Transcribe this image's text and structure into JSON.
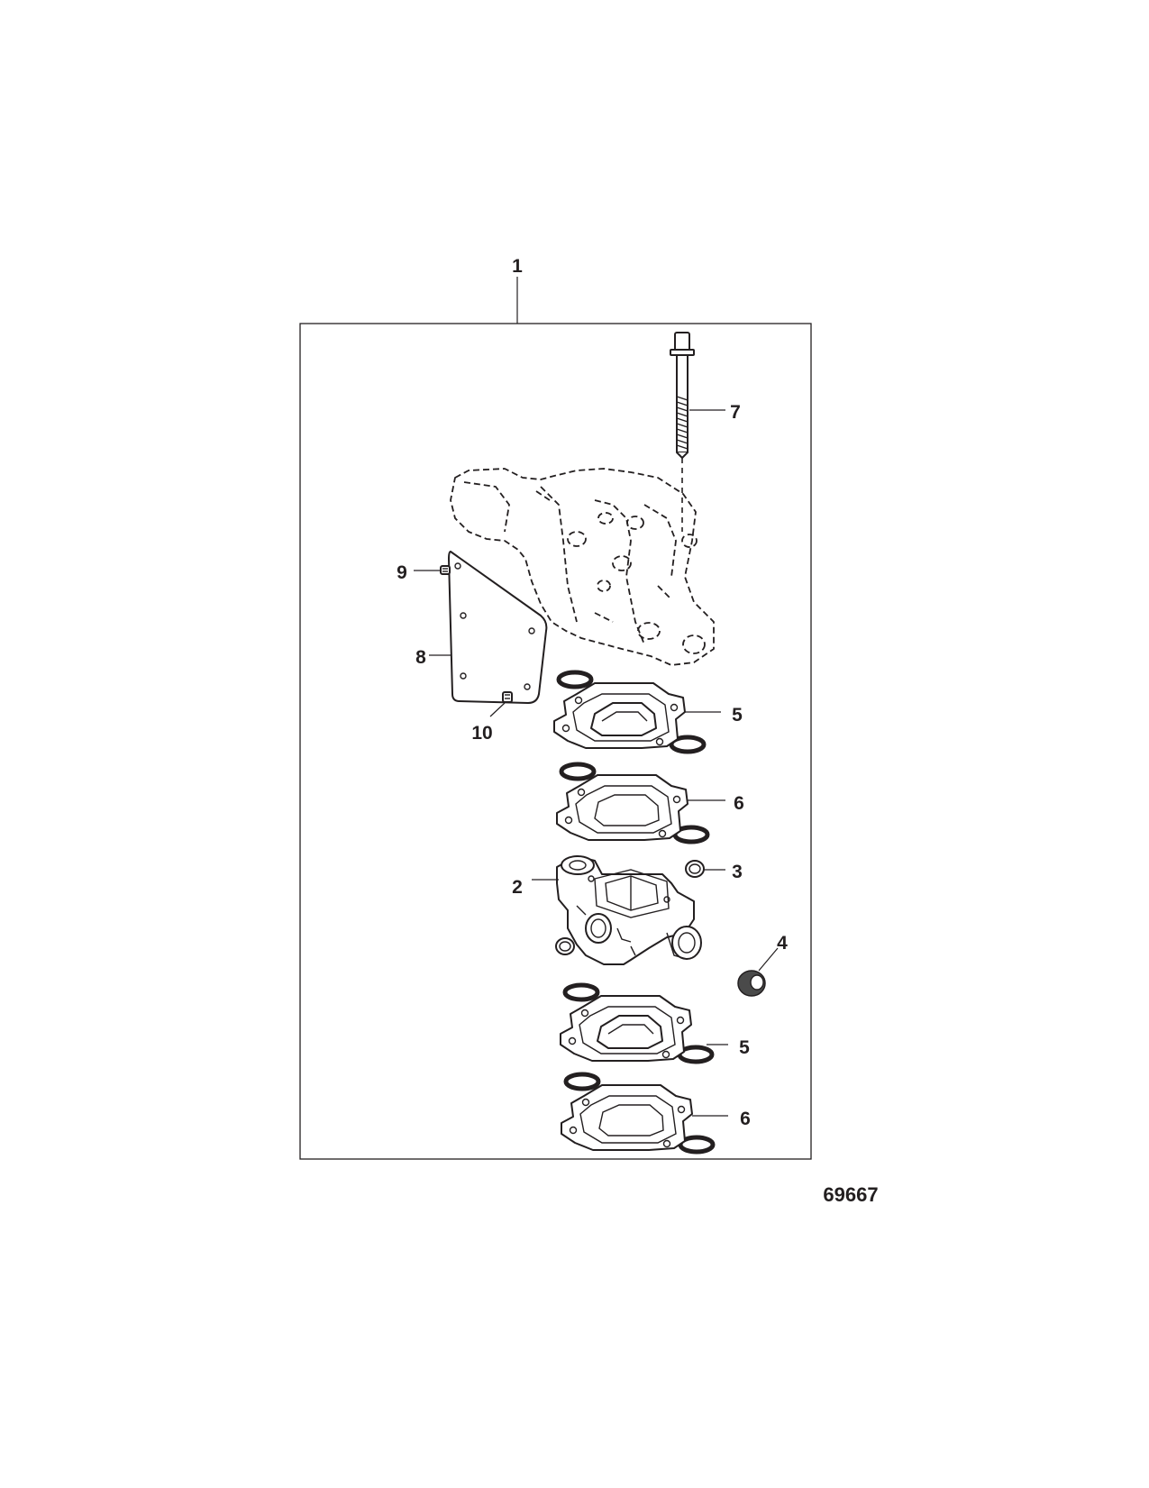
{
  "diagram": {
    "figure_id": "69667",
    "callouts": [
      {
        "id": "1",
        "label": "1"
      },
      {
        "id": "2",
        "label": "2"
      },
      {
        "id": "3",
        "label": "3"
      },
      {
        "id": "4",
        "label": "4"
      },
      {
        "id": "5a",
        "label": "5"
      },
      {
        "id": "5b",
        "label": "5"
      },
      {
        "id": "6a",
        "label": "6"
      },
      {
        "id": "6b",
        "label": "6"
      },
      {
        "id": "7",
        "label": "7"
      },
      {
        "id": "8",
        "label": "8"
      },
      {
        "id": "9",
        "label": "9"
      },
      {
        "id": "10",
        "label": "10"
      }
    ]
  }
}
